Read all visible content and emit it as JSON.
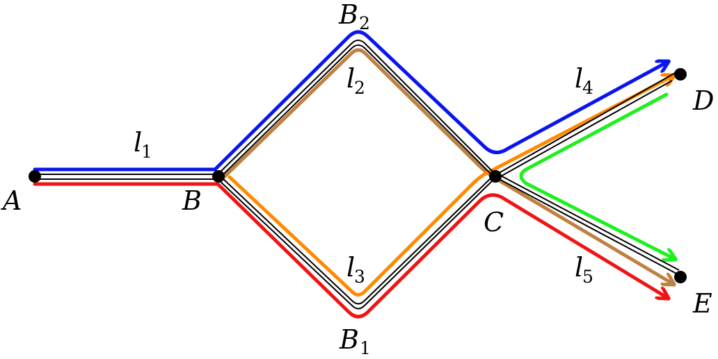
{
  "nodes": {
    "A": {
      "name": "A"
    },
    "B": {
      "name": "B"
    },
    "C": {
      "name": "C"
    },
    "D": {
      "name": "D"
    },
    "E": {
      "name": "E"
    },
    "B1": {
      "name": "B",
      "sub": "1"
    },
    "B2": {
      "name": "B",
      "sub": "2"
    }
  },
  "links": {
    "l1": {
      "name": "l",
      "sub": "1"
    },
    "l2": {
      "name": "l",
      "sub": "2"
    },
    "l3": {
      "name": "l",
      "sub": "3"
    },
    "l4": {
      "name": "l",
      "sub": "4"
    },
    "l5": {
      "name": "l",
      "sub": "5"
    }
  },
  "colors": {
    "blue": "#0a14f0",
    "red": "#f01414",
    "orange": "#ff8a00",
    "brown": "#c08040",
    "green": "#1ef01e",
    "edge": "#000000"
  }
}
